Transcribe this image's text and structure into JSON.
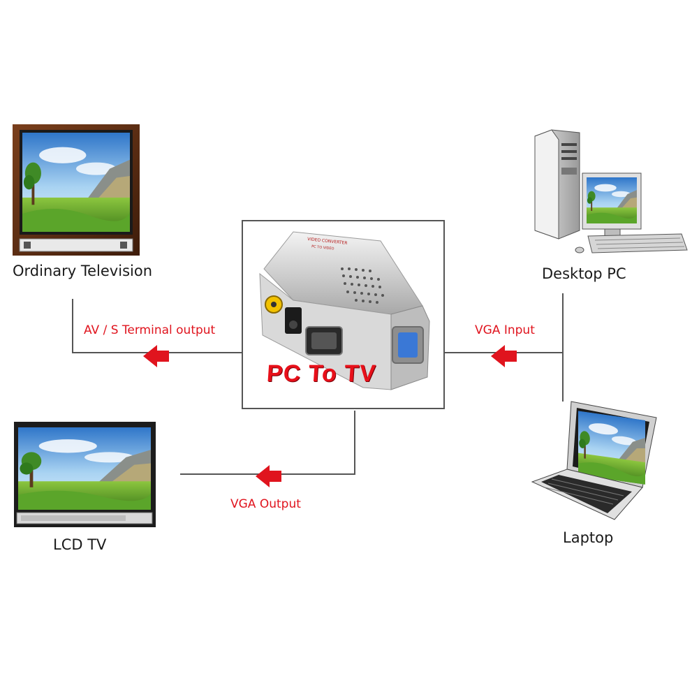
{
  "devices": {
    "ordinary_tv": "Ordinary Television",
    "lcd_tv": "LCD TV",
    "desktop_pc": "Desktop PC",
    "laptop": "Laptop"
  },
  "connections": {
    "av_output": "AV / S Terminal output",
    "vga_output": "VGA Output",
    "vga_input": "VGA Input"
  },
  "product": {
    "title": "PC To TV",
    "case_text_1": "VIDEO CONVERTER",
    "case_text_2": "PC TO VIDEO"
  },
  "colors": {
    "arrow": "#e0141e",
    "line": "#555555",
    "tv_wood": "#5a2d14"
  }
}
